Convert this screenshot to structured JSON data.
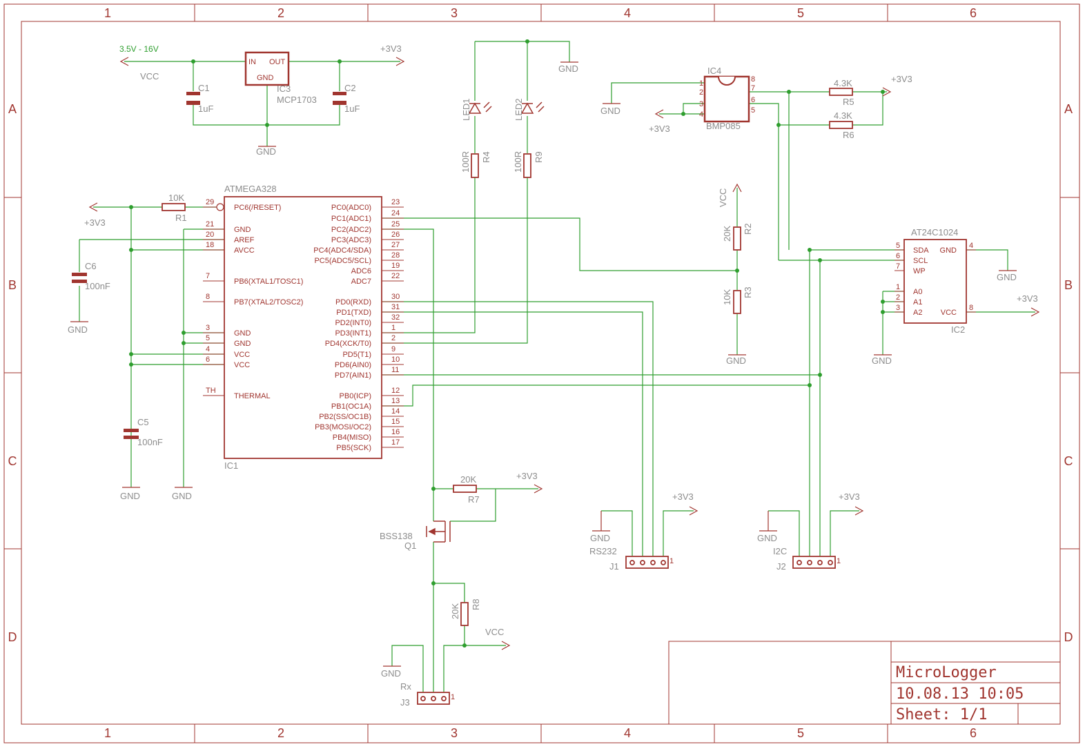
{
  "frame": {
    "columns": [
      "1",
      "2",
      "3",
      "4",
      "5",
      "6"
    ],
    "rows": [
      "A",
      "B",
      "C",
      "D"
    ]
  },
  "title_block": {
    "title": "MicroLogger",
    "date": "10.08.13 10:05",
    "sheet": "Sheet: 1/1"
  },
  "power": {
    "input_range": "3.5V - 16V",
    "vcc": "VCC",
    "v33": "+3V3",
    "gnd": "GND"
  },
  "regulator": {
    "name": "IC3",
    "value": "MCP1703",
    "pin_in": "IN",
    "pin_out": "OUT",
    "pin_gnd": "GND"
  },
  "caps": {
    "c1": "C1",
    "c1v": "1uF",
    "c2": "C2",
    "c2v": "1uF",
    "c5": "C5",
    "c5v": "100nF",
    "c6": "C6",
    "c6v": "100nF"
  },
  "leds": {
    "led1": "LED1",
    "led2": "LED2"
  },
  "resistors": {
    "r1": "R1",
    "r1v": "10K",
    "r2": "R2",
    "r2v": "20K",
    "r3": "R3",
    "r3v": "10K",
    "r4": "R4",
    "r4v": "100R",
    "r5": "R5",
    "r5v": "4.3K",
    "r6": "R6",
    "r6v": "4.3K",
    "r7": "R7",
    "r7v": "20K",
    "r8": "R8",
    "r8v": "20K",
    "r9": "R9",
    "r9v": "100R"
  },
  "mcu": {
    "name": "IC1",
    "value": "ATMEGA328",
    "left_pins": [
      {
        "num": "29",
        "label": "PC6(/RESET)"
      },
      {
        "num": "21",
        "label": "GND"
      },
      {
        "num": "20",
        "label": "AREF"
      },
      {
        "num": "18",
        "label": "AVCC"
      },
      {
        "num": "7",
        "label": "PB6(XTAL1/TOSC1)"
      },
      {
        "num": "8",
        "label": "PB7(XTAL2/TOSC2)"
      },
      {
        "num": "3",
        "label": "GND"
      },
      {
        "num": "5",
        "label": "GND"
      },
      {
        "num": "4",
        "label": "VCC"
      },
      {
        "num": "6",
        "label": "VCC"
      },
      {
        "num": "TH",
        "label": "THERMAL"
      }
    ],
    "right_pins": [
      {
        "num": "23",
        "label": "PC0(ADC0)"
      },
      {
        "num": "24",
        "label": "PC1(ADC1)"
      },
      {
        "num": "25",
        "label": "PC2(ADC2)"
      },
      {
        "num": "26",
        "label": "PC3(ADC3)"
      },
      {
        "num": "27",
        "label": "PC4(ADC4/SDA)"
      },
      {
        "num": "28",
        "label": "PC5(ADC5/SCL)"
      },
      {
        "num": "19",
        "label": "ADC6"
      },
      {
        "num": "22",
        "label": "ADC7"
      },
      {
        "num": "30",
        "label": "PD0(RXD)"
      },
      {
        "num": "31",
        "label": "PD1(TXD)"
      },
      {
        "num": "32",
        "label": "PD2(INT0)"
      },
      {
        "num": "1",
        "label": "PD3(INT1)"
      },
      {
        "num": "2",
        "label": "PD4(XCK/T0)"
      },
      {
        "num": "9",
        "label": "PD5(T1)"
      },
      {
        "num": "10",
        "label": "PD6(AIN0)"
      },
      {
        "num": "11",
        "label": "PD7(AIN1)"
      },
      {
        "num": "12",
        "label": "PB0(ICP)"
      },
      {
        "num": "13",
        "label": "PB1(OC1A)"
      },
      {
        "num": "14",
        "label": "PB2(SS/OC1B)"
      },
      {
        "num": "15",
        "label": "PB3(MOSI/OC2)"
      },
      {
        "num": "16",
        "label": "PB4(MISO)"
      },
      {
        "num": "17",
        "label": "PB5(SCK)"
      }
    ]
  },
  "sensor": {
    "name": "IC4",
    "value": "BMP085",
    "pins_left": [
      "1",
      "2",
      "3",
      "4"
    ],
    "pins_right": [
      "8",
      "7",
      "6",
      "5"
    ]
  },
  "eeprom": {
    "name": "IC2",
    "value": "AT24C1024",
    "left_pins": [
      {
        "num": "5",
        "label": "SDA"
      },
      {
        "num": "6",
        "label": "SCL"
      },
      {
        "num": "7",
        "label": "WP"
      },
      {
        "num": "1",
        "label": "A0"
      },
      {
        "num": "2",
        "label": "A1"
      },
      {
        "num": "3",
        "label": "A2"
      }
    ],
    "right_pins": [
      {
        "num": "4",
        "label": "GND"
      },
      {
        "num": "8",
        "label": "VCC"
      }
    ]
  },
  "mosfet": {
    "name": "Q1",
    "value": "BSS138"
  },
  "connectors": {
    "j1": "J1",
    "j1v": "RS232",
    "j2": "J2",
    "j2v": "I2C",
    "j3": "J3",
    "j3v": "Rx",
    "pin1": "1"
  },
  "colors": {
    "frame": "#a0352f",
    "wire": "#2e9e2e",
    "value": "#8c8c8c",
    "input_label": "#2e9e2e"
  }
}
